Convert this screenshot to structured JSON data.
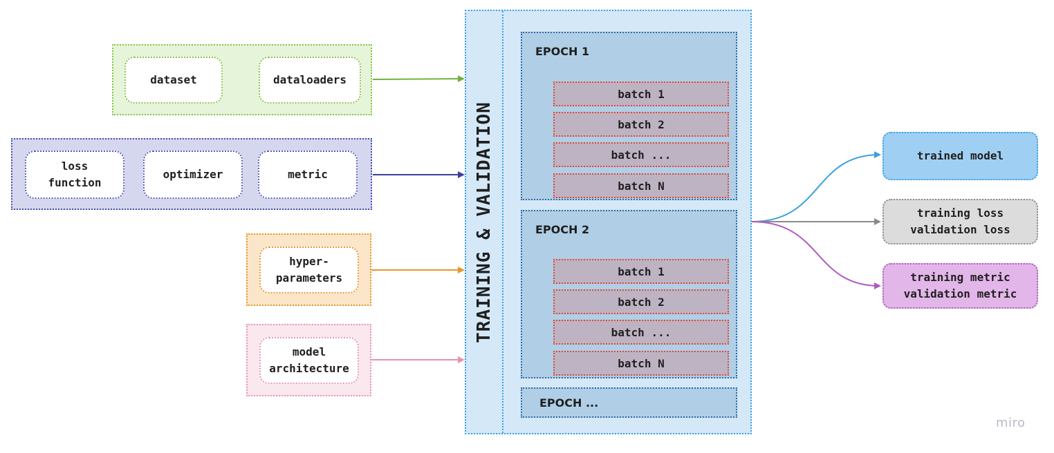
{
  "inputs": {
    "data_group": {
      "dataset": "dataset",
      "dataloaders": "dataloaders"
    },
    "loss_group": {
      "loss_function": "loss\nfunction",
      "optimizer": "optimizer",
      "metric": "metric"
    },
    "hyper_group": {
      "hyperparameters": "hyper-\nparameters"
    },
    "model_group": {
      "model_architecture": "model\narchitecture"
    }
  },
  "training": {
    "label": "TRAINING & VALIDATION",
    "epochs": [
      {
        "title": "EPOCH 1",
        "batches": [
          "batch 1",
          "batch 2",
          "batch ...",
          "batch N"
        ]
      },
      {
        "title": "EPOCH 2",
        "batches": [
          "batch 1",
          "batch 2",
          "batch ...",
          "batch N"
        ]
      }
    ],
    "epoch_more": "EPOCH ..."
  },
  "outputs": {
    "trained_model": "trained model",
    "losses": "training loss\nvalidation loss",
    "metrics": "training metric\nvalidation metric"
  },
  "brand": "miro",
  "colors": {
    "data_arrow": "#6db33f",
    "loss_arrow": "#3a3fa0",
    "hyper_arrow": "#e8962b",
    "model_arrow": "#e891b4",
    "trained_model_arrow": "#3b9fe0",
    "loss_out_arrow": "#8a8a8a",
    "metric_out_arrow": "#b05ac0"
  }
}
